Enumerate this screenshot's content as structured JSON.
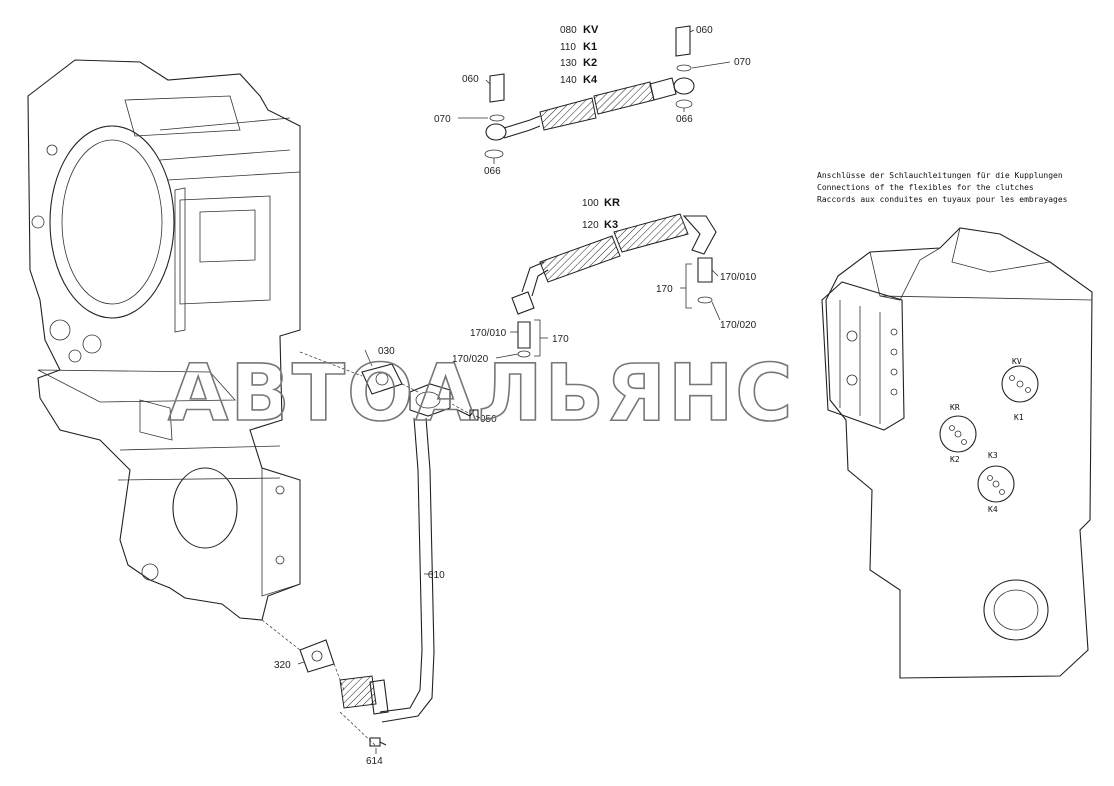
{
  "header_note": {
    "line_de": "Anschlüsse der Schlauchleitungen für die Kupplungen",
    "line_en": "Connections of the flexibles for the clutches",
    "line_fr": "Raccords aux conduites en tuyaux pour les embrayages"
  },
  "watermark": "АВТОАЛЬЯНС",
  "hose_group_top": {
    "rows": [
      {
        "num": "080",
        "code": "KV"
      },
      {
        "num": "110",
        "code": "K1"
      },
      {
        "num": "130",
        "code": "K2"
      },
      {
        "num": "140",
        "code": "K4"
      }
    ],
    "labels": {
      "bolt_left": "060",
      "ring_left": "070",
      "washer_left": "066",
      "bolt_right": "060",
      "ring_right": "070",
      "washer_right": "066"
    }
  },
  "hose_group_middle": {
    "rows": [
      {
        "num": "100",
        "code": "KR"
      },
      {
        "num": "120",
        "code": "K3"
      }
    ],
    "labels": {
      "fitting_right_assembly": "170",
      "fitting_right_nipple": "170/010",
      "fitting_right_ring": "170/020",
      "fitting_left_nipple": "170/010",
      "fitting_left_assembly": "170",
      "fitting_left_ring": "170/020"
    }
  },
  "housing_parts": {
    "gasket_top": "030",
    "screw": "050",
    "pipe": "010",
    "gasket_bottom": "320",
    "bolt_bottom": "614"
  },
  "port_labels": [
    "KV",
    "K1",
    "KR",
    "K2",
    "K3",
    "K4"
  ]
}
